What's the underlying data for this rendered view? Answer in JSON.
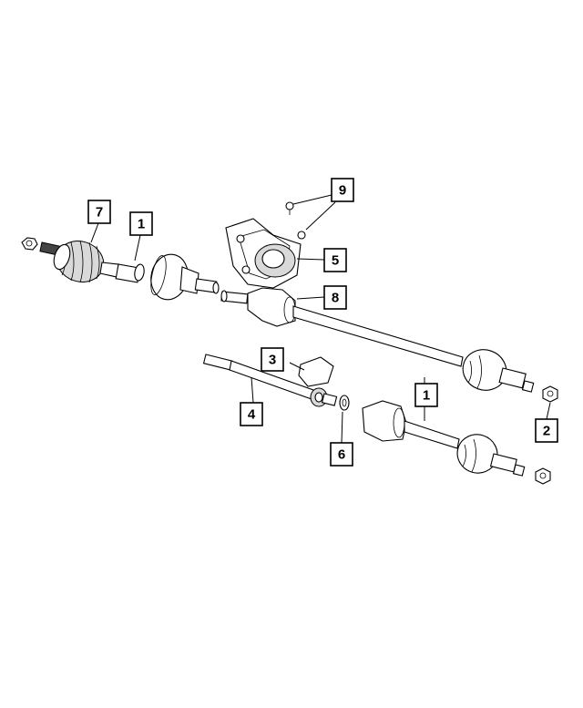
{
  "callouts": {
    "c7": "7",
    "c1a": "1",
    "c9": "9",
    "c5": "5",
    "c8": "8",
    "c3": "3",
    "c1b": "1",
    "c4": "4",
    "c6": "6",
    "c2": "2"
  },
  "colors": {
    "line": "#000000",
    "background": "#ffffff",
    "shade": "#d9d9d9"
  }
}
